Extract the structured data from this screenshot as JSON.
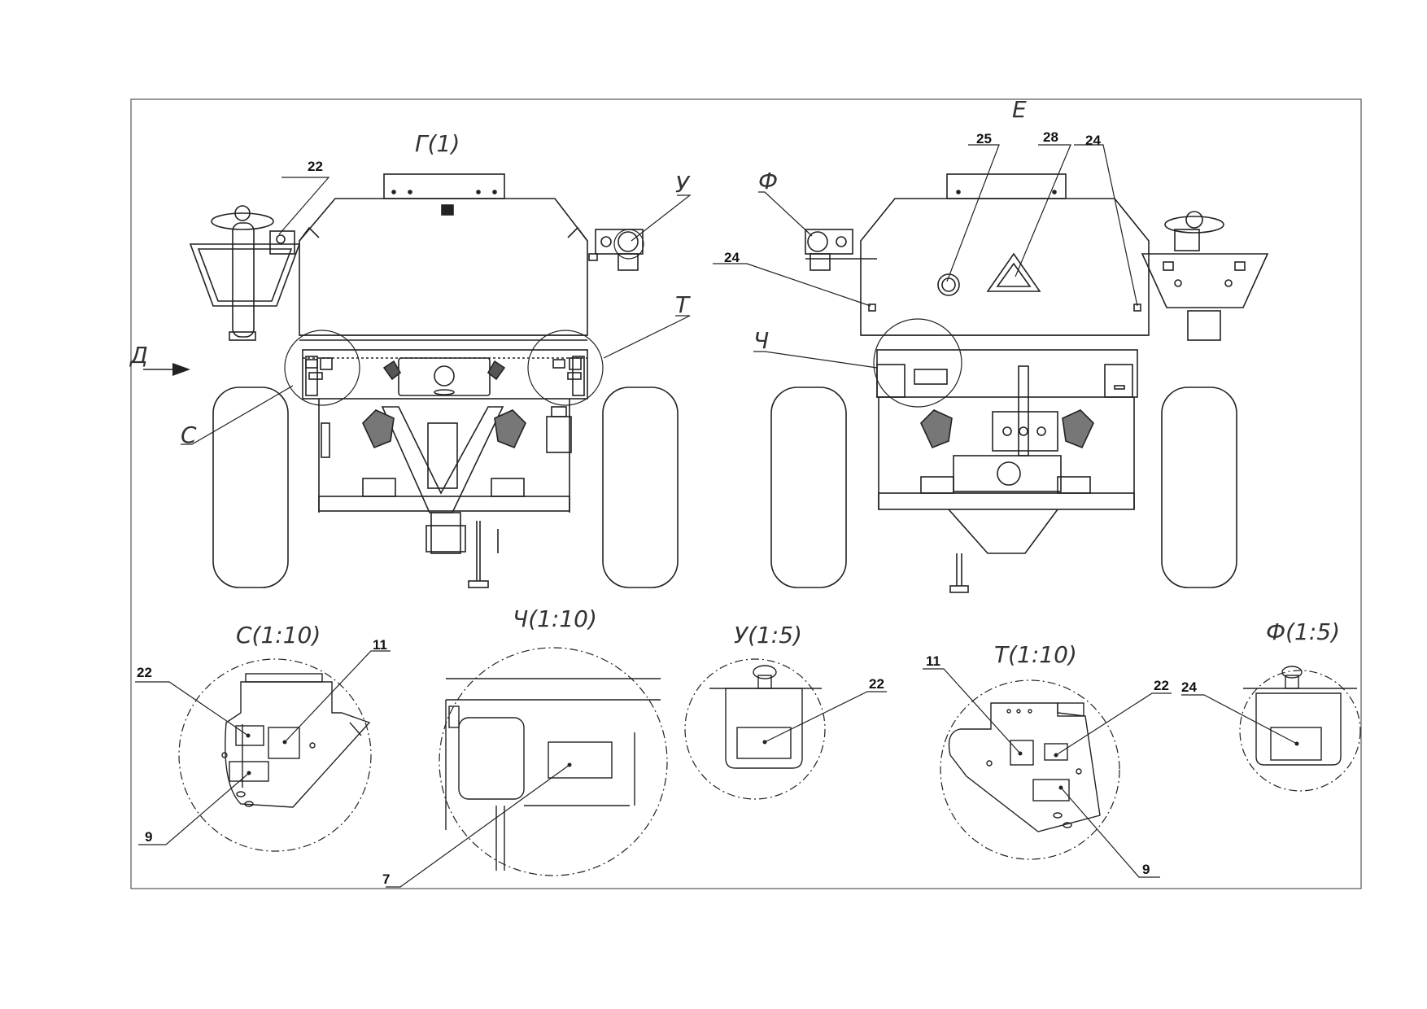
{
  "view_labels": {
    "front": "Г(1)",
    "rear": "Е",
    "arrow_d": "Д",
    "callout_c": "С",
    "callout_t": "Т",
    "callout_u": "У",
    "callout_f": "Ф",
    "callout_ch": "Ч"
  },
  "detail_titles": {
    "c": "С(1:10)",
    "ch": "Ч(1:10)",
    "u": "У(1:5)",
    "t": "Т(1:10)",
    "f": "Ф(1:5)"
  },
  "callout_numbers": {
    "front_22": "22",
    "rear_25": "25",
    "rear_28": "28",
    "rear_24_right": "24",
    "rear_24_left": "24",
    "c_22": "22",
    "c_11": "11",
    "c_9": "9",
    "ch_7": "7",
    "u_22": "22",
    "t_11": "11",
    "t_22": "22",
    "t_9": "9",
    "f_24": "24"
  }
}
